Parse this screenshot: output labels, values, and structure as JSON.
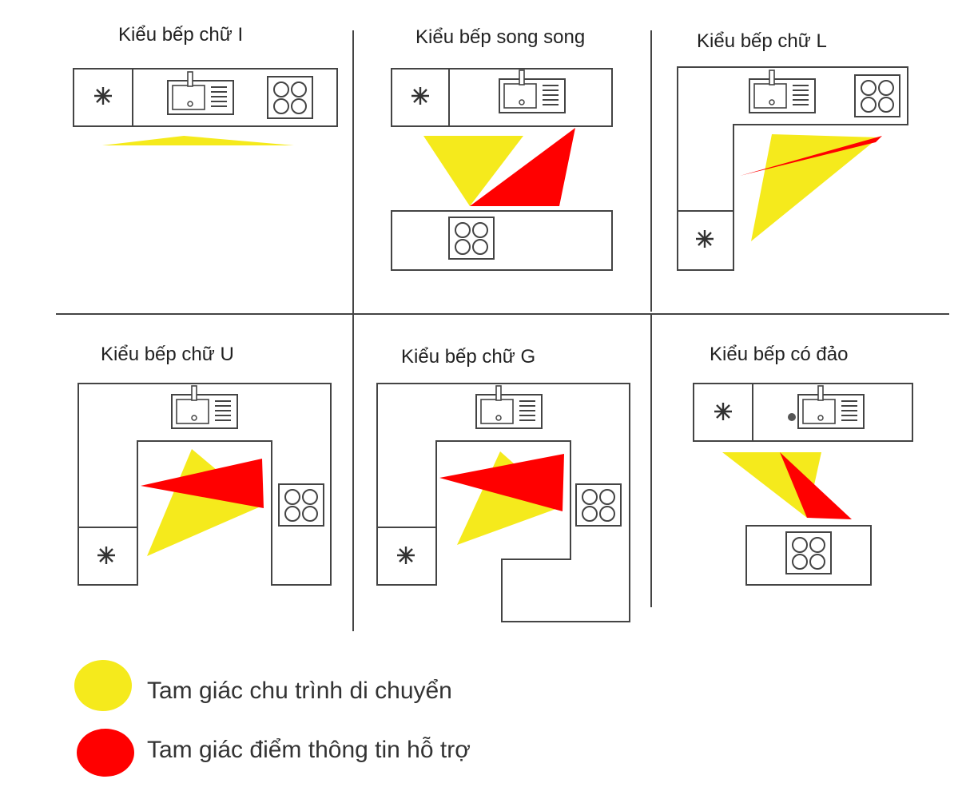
{
  "colors": {
    "work_triangle": "#f5ea1c",
    "support_triangle": "#ff0000",
    "line": "#444444"
  },
  "icons": {
    "fridge": "snowflake-icon",
    "sink": "sink-icon",
    "stove": "cooktop-icon"
  },
  "panels": [
    {
      "title": "Kiểu bếp chữ I"
    },
    {
      "title": "Kiểu bếp song song"
    },
    {
      "title": "Kiểu bếp chữ L"
    },
    {
      "title": "Kiểu bếp chữ U"
    },
    {
      "title": "Kiểu bếp chữ G"
    },
    {
      "title": "Kiểu bếp có đảo"
    }
  ],
  "legend": {
    "items": [
      {
        "label": "Tam giác chu trình di chuyển",
        "color": "#f5ea1c"
      },
      {
        "label": "Tam giác điểm thông tin hỗ trợ",
        "color": "#ff0000"
      }
    ]
  }
}
